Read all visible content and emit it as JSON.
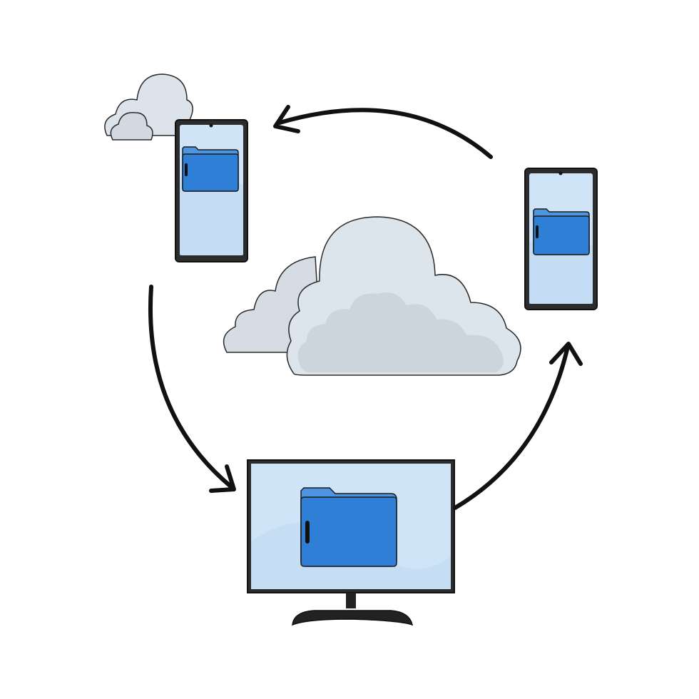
{
  "illustration": {
    "subject": "cloud-file-sync",
    "devices": [
      {
        "kind": "smartphone",
        "content": "folder-icon",
        "role": "top-left-phone"
      },
      {
        "kind": "smartphone",
        "content": "folder-icon",
        "role": "right-phone"
      },
      {
        "kind": "desktop-monitor",
        "content": "folder-icon",
        "role": "bottom-monitor"
      }
    ],
    "clouds": [
      "large-center-cloud",
      "small-top-left-cloud"
    ],
    "arrows": [
      "right-phone-to-left-phone",
      "left-phone-to-monitor",
      "monitor-to-right-phone"
    ]
  },
  "colors": {
    "screen": "#cfe4f7",
    "screen_light": "#e3f0fb",
    "folder": "#2f7fd6",
    "folder_dark": "#1f5fae",
    "folder_tab": "#4d95e0",
    "cloud_fill": "#dde3ea",
    "cloud_shadow": "#c3cad3",
    "outline": "#1b1b1b",
    "frame": "#2a2a2a"
  }
}
